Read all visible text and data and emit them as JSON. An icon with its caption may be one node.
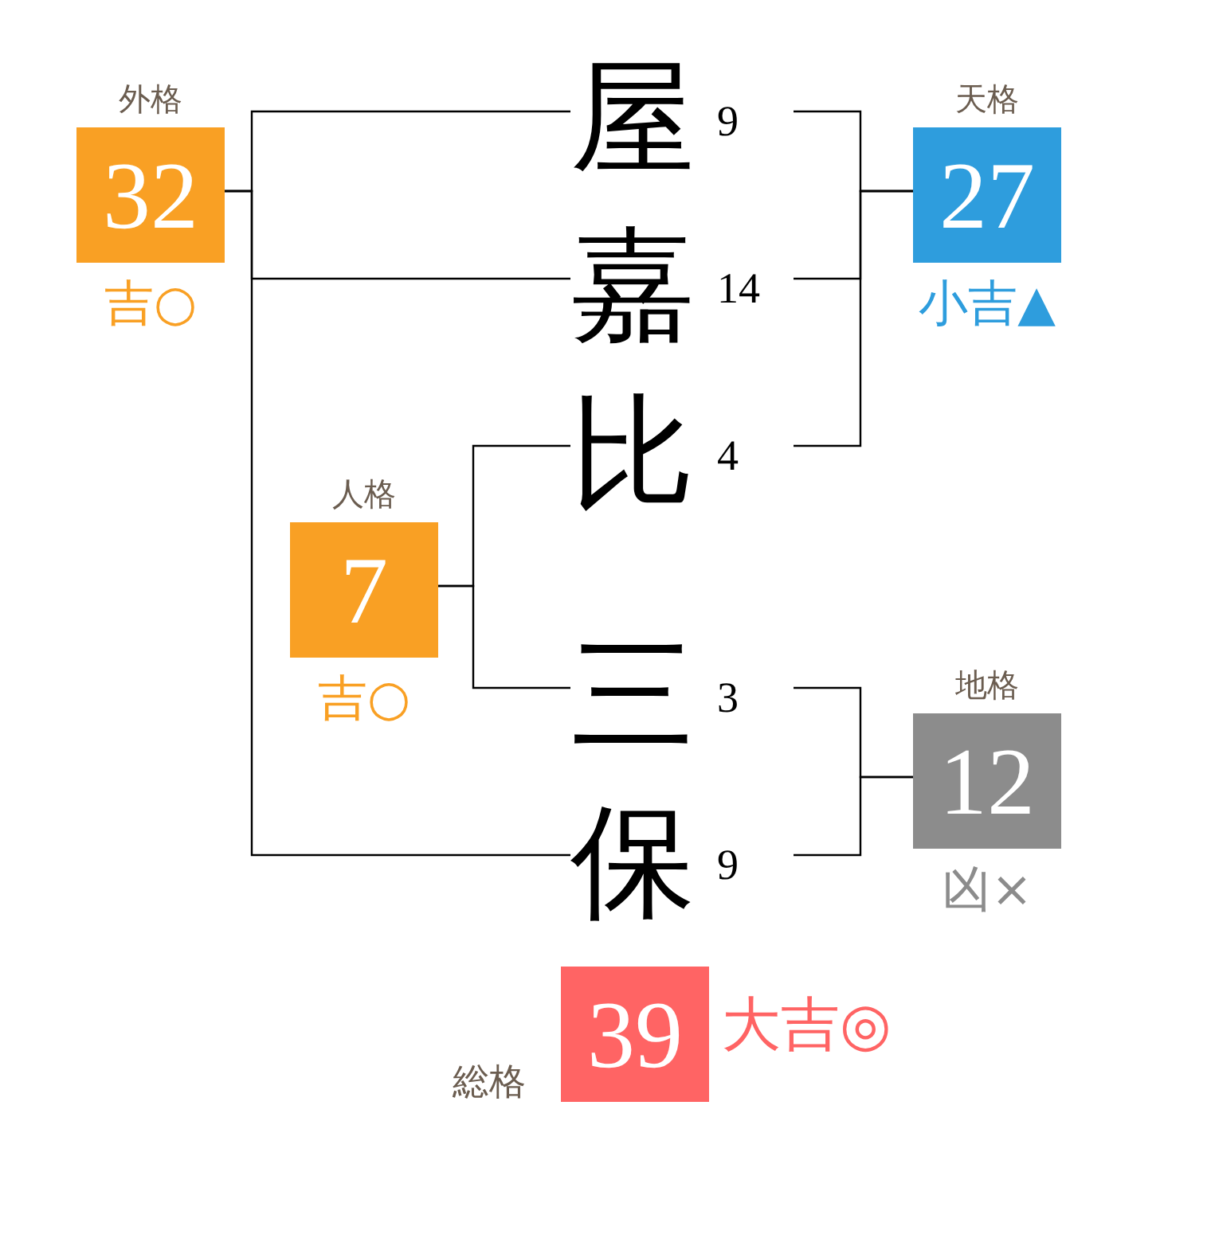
{
  "diagram": {
    "nodes": [
      {
        "text": [
          "外格",
          "32"
        ],
        "beside": [
          "吉○"
        ]
      },
      {
        "text": [
          "屋"
        ],
        "beside": [
          "9"
        ]
      },
      {
        "text": [
          "天格",
          "27"
        ],
        "beside": [
          "小吉▲"
        ]
      },
      {
        "text": [
          "嘉"
        ],
        "beside": [
          "14"
        ]
      },
      {
        "text": [
          "比"
        ],
        "beside": [
          "4"
        ]
      },
      {
        "text": [
          "人格",
          "7"
        ],
        "beside": [
          "吉○"
        ]
      },
      {
        "text": [
          "三"
        ],
        "beside": [
          "3"
        ]
      },
      {
        "text": [
          "地格",
          "12"
        ],
        "beside": [
          "凶×"
        ]
      },
      {
        "text": [
          "保"
        ],
        "beside": [
          "9"
        ]
      },
      {
        "text": [
          "総格",
          "39"
        ],
        "beside": [
          "大吉◎"
        ]
      }
    ],
    "edges": [
      {
        "from": 1,
        "to": 0,
        "arrow": "none"
      },
      {
        "from": 3,
        "to": 0,
        "arrow": "none"
      },
      {
        "from": 8,
        "to": 0,
        "arrow": "none"
      },
      {
        "from": 1,
        "to": 2,
        "arrow": "none"
      },
      {
        "from": 3,
        "to": 2,
        "arrow": "none"
      },
      {
        "from": 4,
        "to": 2,
        "arrow": "none"
      },
      {
        "from": 4,
        "to": 5,
        "arrow": "none"
      },
      {
        "from": 6,
        "to": 5,
        "arrow": "none"
      },
      {
        "from": 6,
        "to": 7,
        "arrow": "none"
      },
      {
        "from": 8,
        "to": 7,
        "arrow": "none"
      }
    ]
  }
}
